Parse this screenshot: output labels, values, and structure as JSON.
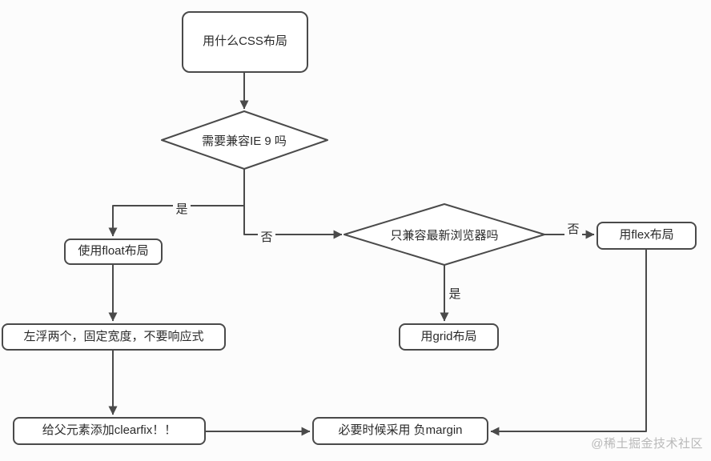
{
  "diagram": {
    "nodes": {
      "start": {
        "label": "用什么CSS布局"
      },
      "decision_ie9": {
        "label": "需要兼容IE 9 吗"
      },
      "float_layout": {
        "label": "使用float布局"
      },
      "decision_modern": {
        "label": "只兼容最新浏览器吗"
      },
      "flex_layout": {
        "label": "用flex布局"
      },
      "grid_layout": {
        "label": "用grid布局"
      },
      "float_detail": {
        "label": "左浮两个，固定宽度，不要响应式"
      },
      "clearfix": {
        "label": "给父元素添加clearfix！！"
      },
      "negative_margin": {
        "label": "必要时候采用 负margin"
      }
    },
    "edge_labels": {
      "ie9_yes": "是",
      "ie9_no": "否",
      "modern_no": "否",
      "modern_yes": "是"
    }
  },
  "watermark": "@稀土掘金技术社区",
  "colors": {
    "background": "#fcfcfc",
    "node_fill": "#ffffff",
    "stroke": "#4a4a4a",
    "text": "#2b2b2b",
    "watermark": "#b9b9b9"
  }
}
